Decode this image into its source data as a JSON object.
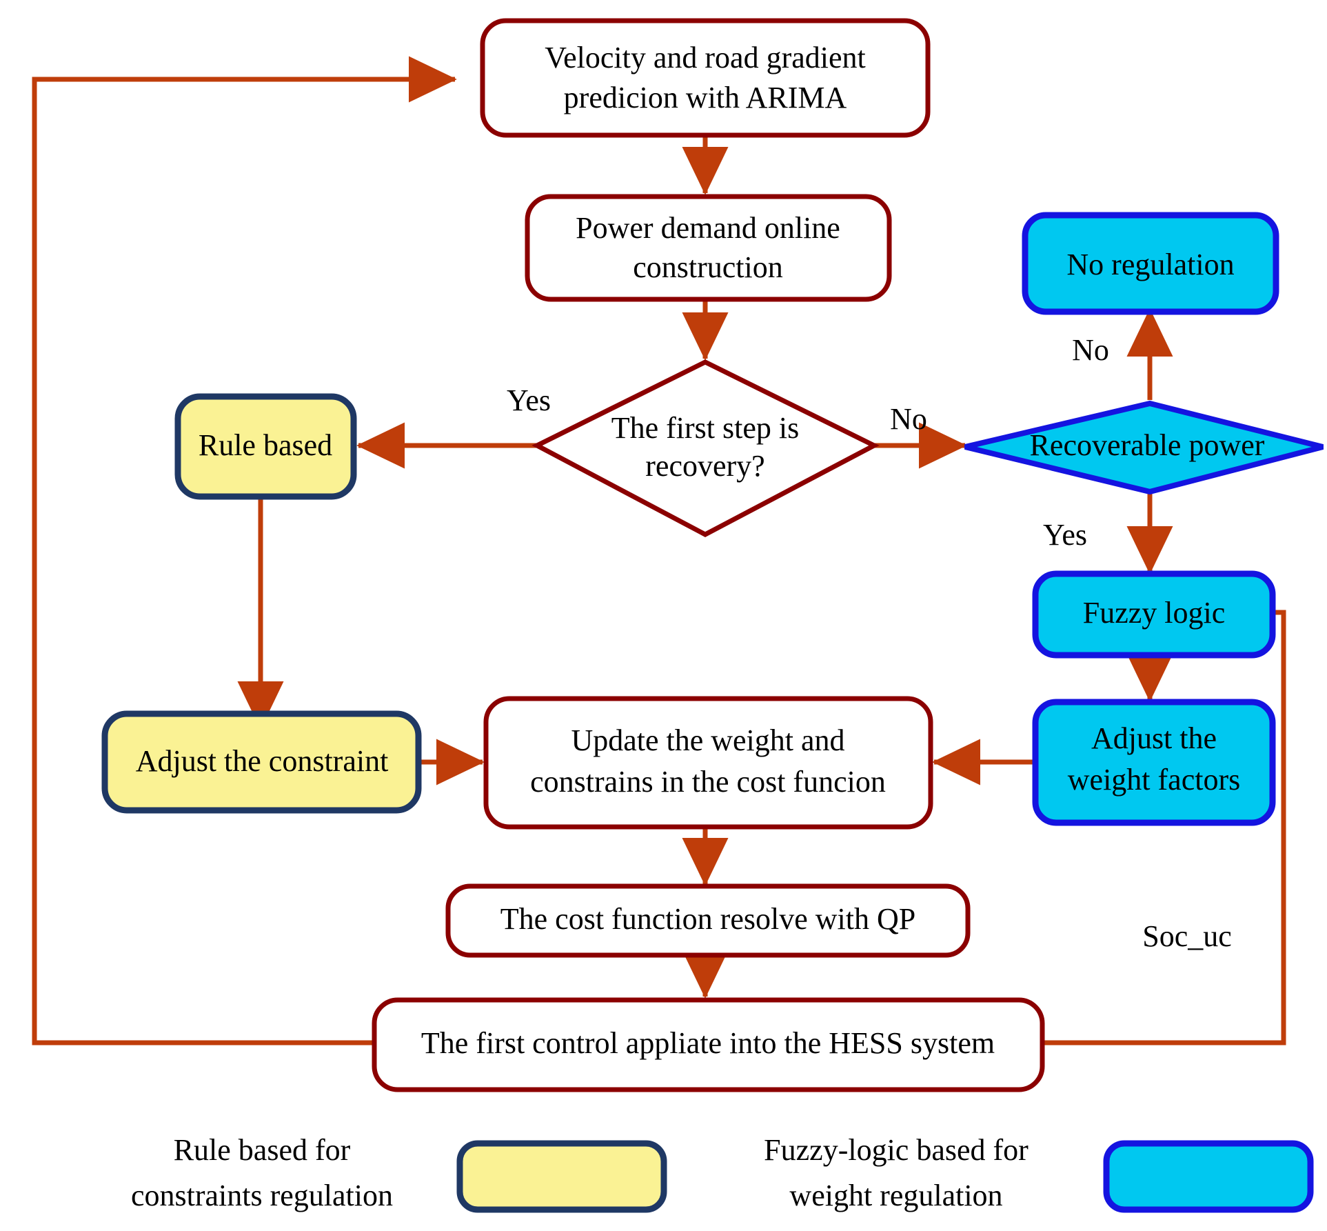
{
  "diagram": {
    "title": "HESS predictive energy management flowchart",
    "colors": {
      "process_border": "#8B0000",
      "process_fill": "#FFFFFF",
      "arrow": "#BF3D0A",
      "rule_fill": "#FAF294",
      "rule_border": "#1F3864",
      "fuzzy_fill": "#00C8F0",
      "fuzzy_border": "#1414E0",
      "text": "#000000"
    },
    "nodes": [
      {
        "id": "predict",
        "kind": "process",
        "style": "plain",
        "line1": "Velocity and road gradient",
        "line2": "predicion with ARIMA"
      },
      {
        "id": "power",
        "kind": "process",
        "style": "plain",
        "line1": "Power demand online",
        "line2": "construction"
      },
      {
        "id": "firststep",
        "kind": "decision",
        "style": "plain",
        "line1": "The first step is",
        "line2": "recovery?"
      },
      {
        "id": "rulebased",
        "kind": "process",
        "style": "rule",
        "line1": "Rule based",
        "line2": ""
      },
      {
        "id": "adjcons",
        "kind": "process",
        "style": "rule",
        "line1": "Adjust the constraint",
        "line2": ""
      },
      {
        "id": "recover",
        "kind": "decision",
        "style": "fuzzy",
        "line1": "Recoverable power",
        "line2": ""
      },
      {
        "id": "noreg",
        "kind": "process",
        "style": "fuzzy",
        "line1": "No regulation",
        "line2": ""
      },
      {
        "id": "fuzzy",
        "kind": "process",
        "style": "fuzzy",
        "line1": "Fuzzy logic",
        "line2": ""
      },
      {
        "id": "adjweight",
        "kind": "process",
        "style": "fuzzy",
        "line1": "Adjust the",
        "line2": "weight factors"
      },
      {
        "id": "update",
        "kind": "process",
        "style": "plain",
        "line1": "Update the weight and",
        "line2": "constrains in the cost funcion"
      },
      {
        "id": "qp",
        "kind": "process",
        "style": "plain",
        "line1": "The cost function resolve with QP",
        "line2": ""
      },
      {
        "id": "apply",
        "kind": "process",
        "style": "plain",
        "line1": "The first control appliate into the HESS system",
        "line2": ""
      }
    ],
    "edge_labels": {
      "yes_first_step": "Yes",
      "no_first_step": "No",
      "no_recoverable": "No",
      "yes_recoverable": "Yes",
      "soc_uc": "Soc_uc"
    },
    "legend": [
      {
        "id": "legend-rule",
        "line1": "Rule based for",
        "line2": "constraints regulation",
        "swatch": "rule"
      },
      {
        "id": "legend-fuzzy",
        "line1": "Fuzzy-logic based for",
        "line2": "weight regulation",
        "swatch": "fuzzy"
      }
    ]
  }
}
